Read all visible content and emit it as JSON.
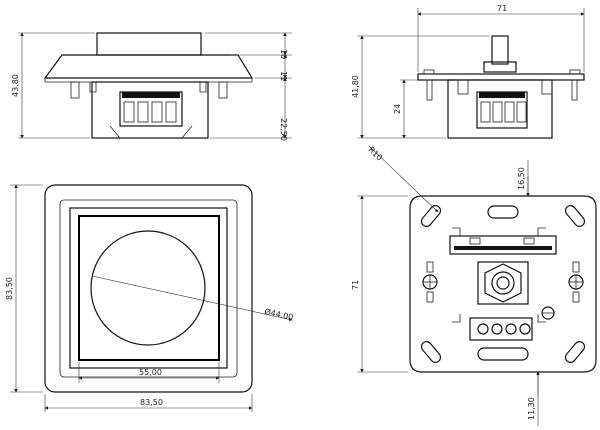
{
  "dimensions": {
    "front_height_total": "43,80",
    "front_top": "10",
    "front_plate": "11",
    "front_body": "22,50",
    "side_width": "71",
    "side_height_total": "41,80",
    "side_body": "24",
    "radius": "R10",
    "knob_diameter": "Ø44,00",
    "plate_height": "83,50",
    "inner_width": "55,00",
    "plate_width": "83,50",
    "back_offset_top": "16,50",
    "back_height": "71",
    "back_offset_bottom": "11,30"
  }
}
